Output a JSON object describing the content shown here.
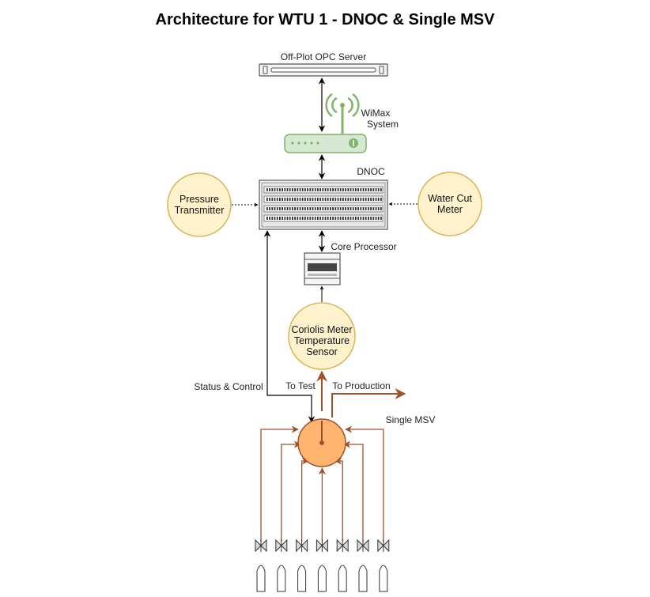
{
  "title": "Architecture for WTU 1 - DNOC & Single MSV",
  "labels": {
    "opc_server": "Off-Plot OPC Server",
    "wimax_line1": "WiMax",
    "wimax_line2": "System",
    "dnoc": "DNOC",
    "core_processor": "Core Processor",
    "status_control": "Status & Control",
    "to_test": "To Test",
    "to_production": "To Production",
    "single_msv": "Single MSV"
  },
  "nodes": {
    "pressure": {
      "line1": "Pressure",
      "line2": "Transmitter"
    },
    "watercut": {
      "line1": "Water Cut",
      "line2": "Meter"
    },
    "coriolis": {
      "line1": "Coriolis Meter",
      "line2": "Temperature",
      "line3": "Sensor"
    }
  },
  "colors": {
    "sensor_fill": "#fff2cc",
    "sensor_stroke": "#d6b656",
    "msv_fill": "#ffb570",
    "pipe": "#a0522d",
    "router_fill": "#d5e8d4",
    "router_stroke": "#82b366",
    "equipment_fill": "#f5f5f5",
    "equipment_stroke": "#666666"
  },
  "wells": {
    "count": 7
  }
}
